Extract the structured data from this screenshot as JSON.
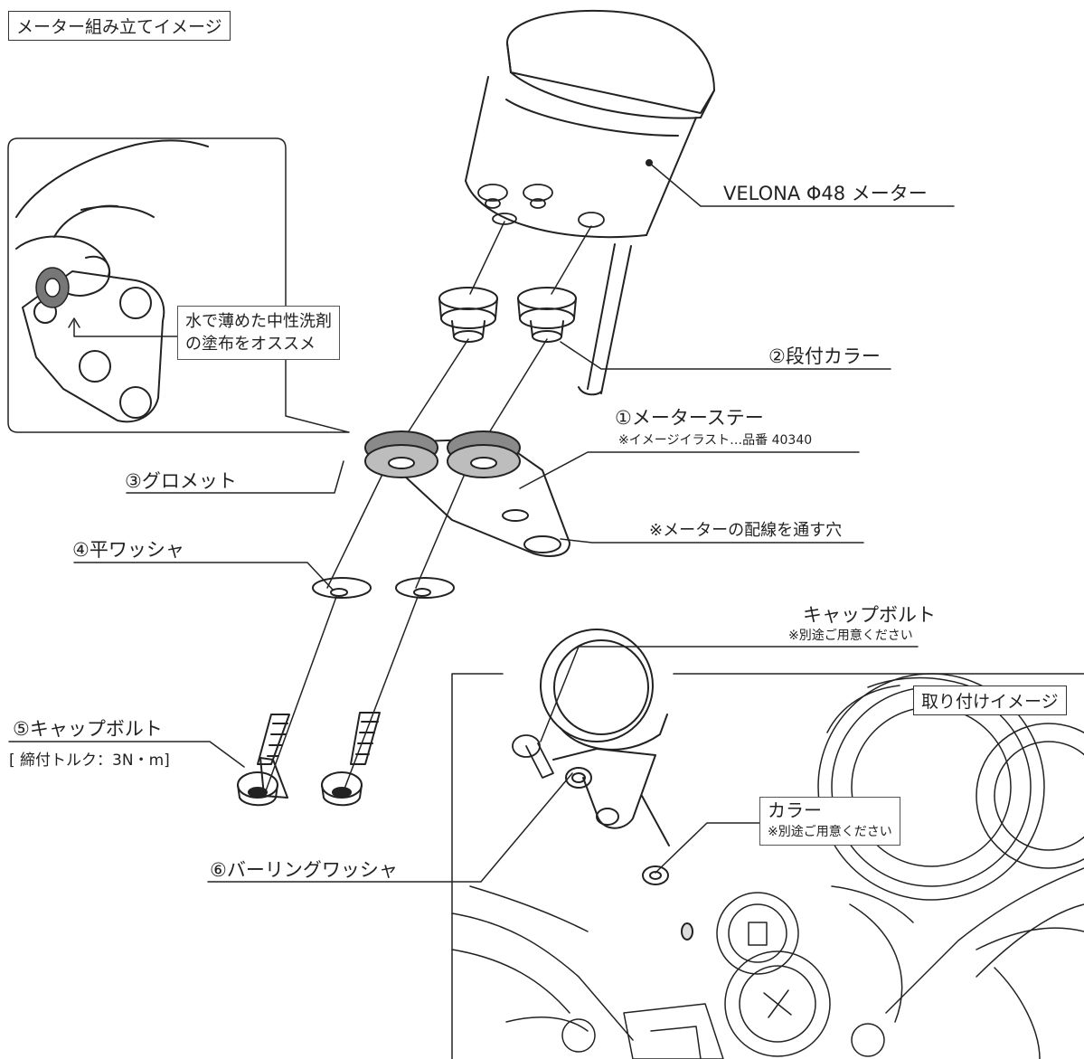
{
  "title": "メーター組み立てイメージ",
  "inset_note": {
    "line1": "水で薄めた中性洗剤",
    "line2": "の塗布をオススメ"
  },
  "labels": {
    "meter": "VELONA Φ48 メーター",
    "collar_stepped": "②段付カラー",
    "stay": "①メーターステー",
    "stay_note": "※イメージイラスト…品番 40340",
    "grommet": "③グロメット",
    "wiring_hole": "※メーターの配線を通す穴",
    "flat_washer": "④平ワッシャ",
    "cap_bolt": "⑤キャップボルト",
    "torque": "[ 締付トルク：3N・m]",
    "burring_washer": "⑥バーリングワッシャ",
    "cap_bolt_right": "キャップボルト",
    "cap_bolt_right_note": "※別途ご用意ください",
    "collar": "カラー",
    "collar_note": "※別途ご用意ください"
  },
  "install_title": "取り付けイメージ",
  "colors": {
    "line": "#222222",
    "grommet": "#8a8a8a",
    "shade": "#d9d9d9",
    "background": "#ffffff"
  }
}
